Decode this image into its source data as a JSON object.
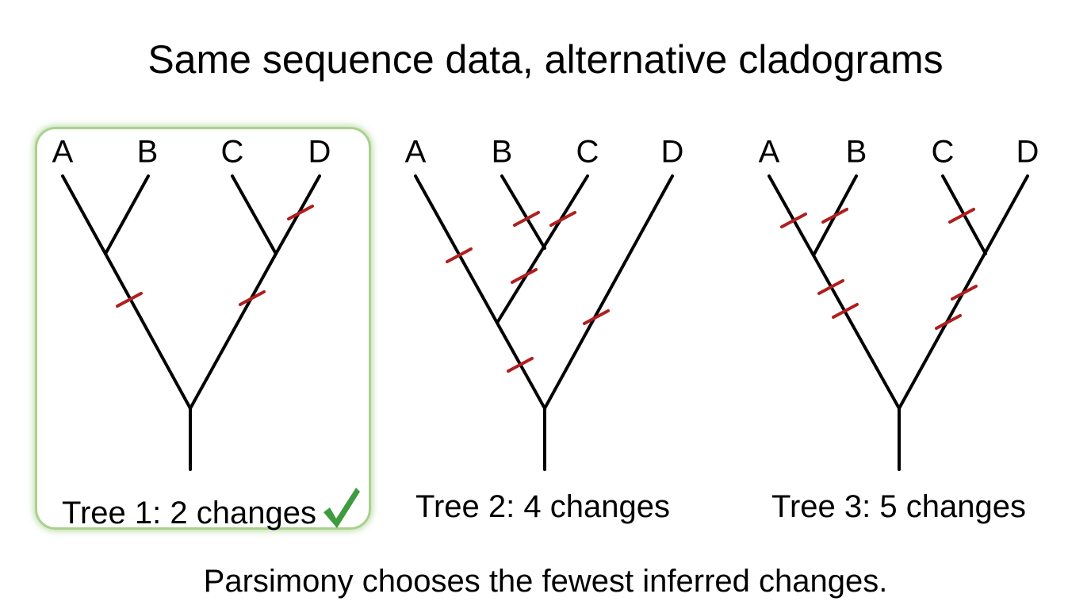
{
  "title": "Same sequence data, alternative cladograms",
  "footer": "Parsimony chooses the fewest inferred changes.",
  "colors": {
    "branch": "#000000",
    "change_mark": "#b01e1e",
    "highlight": "#a9d18e",
    "check": "#3f9b3f"
  },
  "trees": [
    {
      "caption": "Tree 1: 2 changes",
      "changes": 2,
      "selected": true,
      "taxa": [
        "A",
        "B",
        "C",
        "D"
      ]
    },
    {
      "caption": "Tree 2: 4 changes",
      "changes": 4,
      "selected": false,
      "taxa": [
        "A",
        "B",
        "C",
        "D"
      ]
    },
    {
      "caption": "Tree 3: 5 changes",
      "changes": 5,
      "selected": false,
      "taxa": [
        "A",
        "B",
        "C",
        "D"
      ]
    }
  ],
  "check_icon": "check-mark-icon"
}
